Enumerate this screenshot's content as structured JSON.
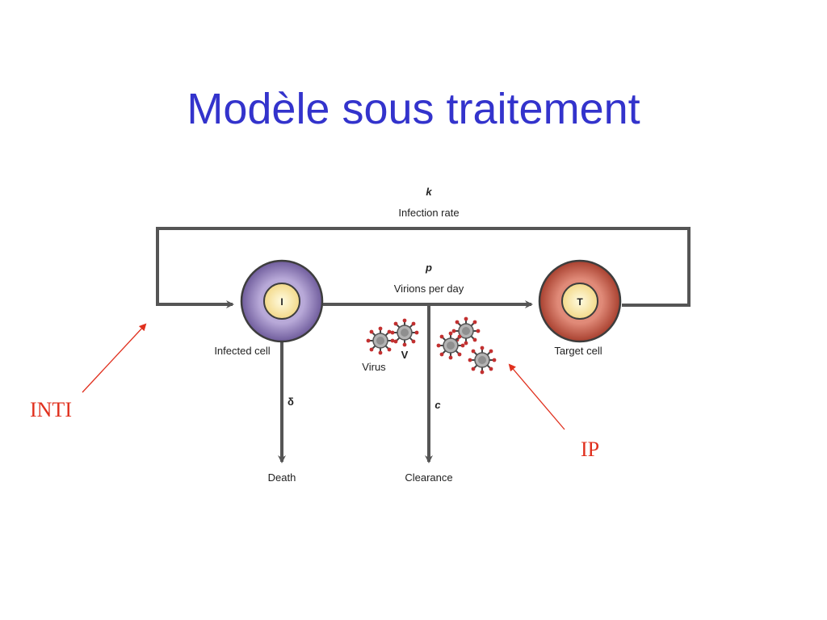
{
  "slide": {
    "title": "Modèle sous traitement",
    "title_color": "#3333cc"
  },
  "diagram": {
    "infection": {
      "symbol": "k",
      "label": "Infection rate"
    },
    "production": {
      "symbol": "p",
      "label": "Virions per day"
    },
    "infected_cell": {
      "symbol": "I",
      "label": "Infected cell",
      "color": "#8e7bb8"
    },
    "target_cell": {
      "symbol": "T",
      "label": "Target cell",
      "color": "#c0584a"
    },
    "virus": {
      "symbol": "V",
      "label": "Virus"
    },
    "death": {
      "symbol": "δ",
      "label": "Death"
    },
    "clearance": {
      "symbol": "c",
      "label": "Clearance"
    },
    "line_color": "#555555"
  },
  "annotations": {
    "inti": "INTI",
    "ip": "IP",
    "color": "#e0301e"
  }
}
